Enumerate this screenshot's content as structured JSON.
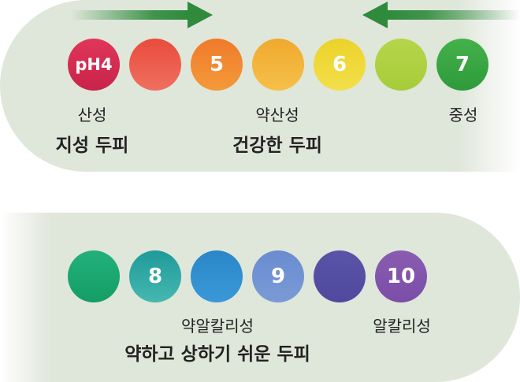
{
  "top_row": {
    "circles": [
      {
        "text": "pH4",
        "color_a": "#e0365a",
        "color_b": "#c8234a"
      },
      {
        "text": "",
        "color_a": "#e94b3c",
        "color_b": "#ef7060"
      },
      {
        "text": "5",
        "color_a": "#f07a2a",
        "color_b": "#f29a3a"
      },
      {
        "text": "",
        "color_a": "#f0a92e",
        "color_b": "#f5c04a"
      },
      {
        "text": "6",
        "color_a": "#ecd22a",
        "color_b": "#f2e04a"
      },
      {
        "text": "",
        "color_a": "#b6d54a",
        "color_b": "#a6cc3a"
      },
      {
        "text": "7",
        "color_a": "#44b24a",
        "color_b": "#2e9a3c"
      }
    ],
    "labels": {
      "acidic": "산성",
      "acidic_sub": "지성 두피",
      "weak_acidic": "약산성",
      "weak_acidic_sub": "건강한 두피",
      "neutral": "중성"
    }
  },
  "bottom_row": {
    "circles": [
      {
        "text": "",
        "color_a": "#23b07a",
        "color_b": "#149e66"
      },
      {
        "text": "8",
        "color_a": "#1f9a9a",
        "color_b": "#45b8b0"
      },
      {
        "text": "",
        "color_a": "#2a86c8",
        "color_b": "#3a98d8"
      },
      {
        "text": "9",
        "color_a": "#6a8cd0",
        "color_b": "#7a9ad6"
      },
      {
        "text": "",
        "color_a": "#5a54a8",
        "color_b": "#4f4a9e"
      },
      {
        "text": "10",
        "color_a": "#8a5cb0",
        "color_b": "#7a4ea8"
      }
    ],
    "labels": {
      "weak_alkaline": "약알칼리성",
      "weak_alkaline_sub": "약하고 상하기 쉬운 두피",
      "alkaline": "알칼리성"
    }
  },
  "colors": {
    "band": "#dfe6da",
    "arrow": "#2f8a3c"
  }
}
